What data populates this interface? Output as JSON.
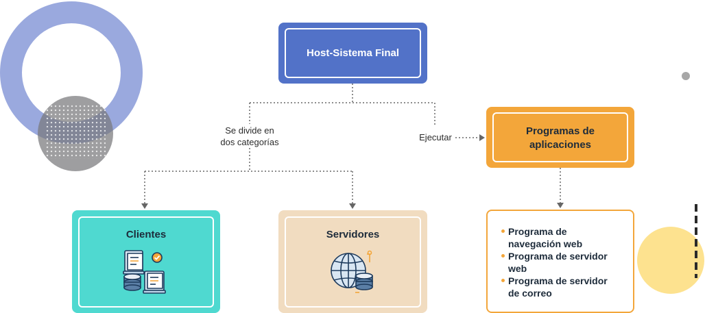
{
  "host": {
    "title": "Host-Sistema Final"
  },
  "labels": {
    "divide_line1": "Se divide en",
    "divide_line2": "dos categorías",
    "ejecutar": "Ejecutar"
  },
  "clientes": {
    "title": "Clientes"
  },
  "servidores": {
    "title": "Servidores"
  },
  "programas": {
    "line1": "Programas de",
    "line2": "aplicaciones"
  },
  "apps": {
    "items": [
      {
        "line1": "Programa de",
        "line2": "navegación web"
      },
      {
        "line1": "Programa de servidor",
        "line2": "web"
      },
      {
        "line1": "Programa de servidor",
        "line2": "de correo"
      }
    ]
  },
  "icons": {
    "clientes": "client-documents-database-icon",
    "servidores": "global-server-network-icon"
  },
  "colors": {
    "host": "#5272c8",
    "programas": "#f3a63a",
    "clientes": "#4fd9d0",
    "servidores": "#f1dcc0",
    "connector": "#666666"
  }
}
